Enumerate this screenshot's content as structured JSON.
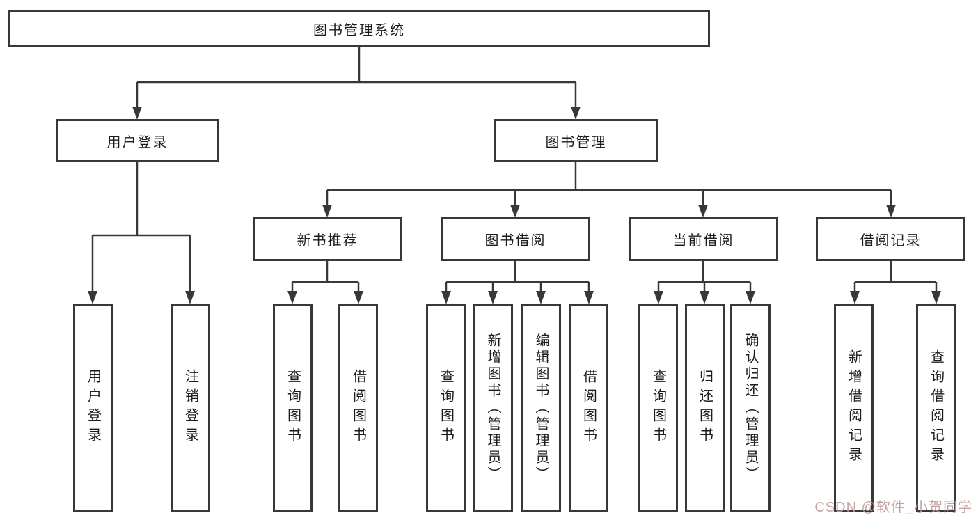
{
  "nodes": {
    "root": "图书管理系统",
    "user_login": "用户登录",
    "book_management": "图书管理",
    "new_book_recommend": "新书推荐",
    "book_borrow": "图书借阅",
    "current_borrow": "当前借阅",
    "borrow_records": "借阅记录",
    "leaves": {
      "user_login_leaf": "用户登录",
      "logout": "注销登录",
      "recommend_query": "查询图书",
      "recommend_borrow": "借阅图书",
      "borrow_query": "查询图书",
      "borrow_add": "新增图书（管理员）",
      "borrow_edit": "编辑图书（管理员）",
      "borrow_do": "借阅图书",
      "current_query": "查询图书",
      "current_return": "归还图书",
      "current_confirm": "确认归还（管理员）",
      "records_add": "新增借阅记录",
      "records_query": "查询借阅记录"
    }
  },
  "colors": {
    "line": "#383838",
    "watermark": "#c19898"
  },
  "watermark": "CSDN @软件_小贺同学"
}
